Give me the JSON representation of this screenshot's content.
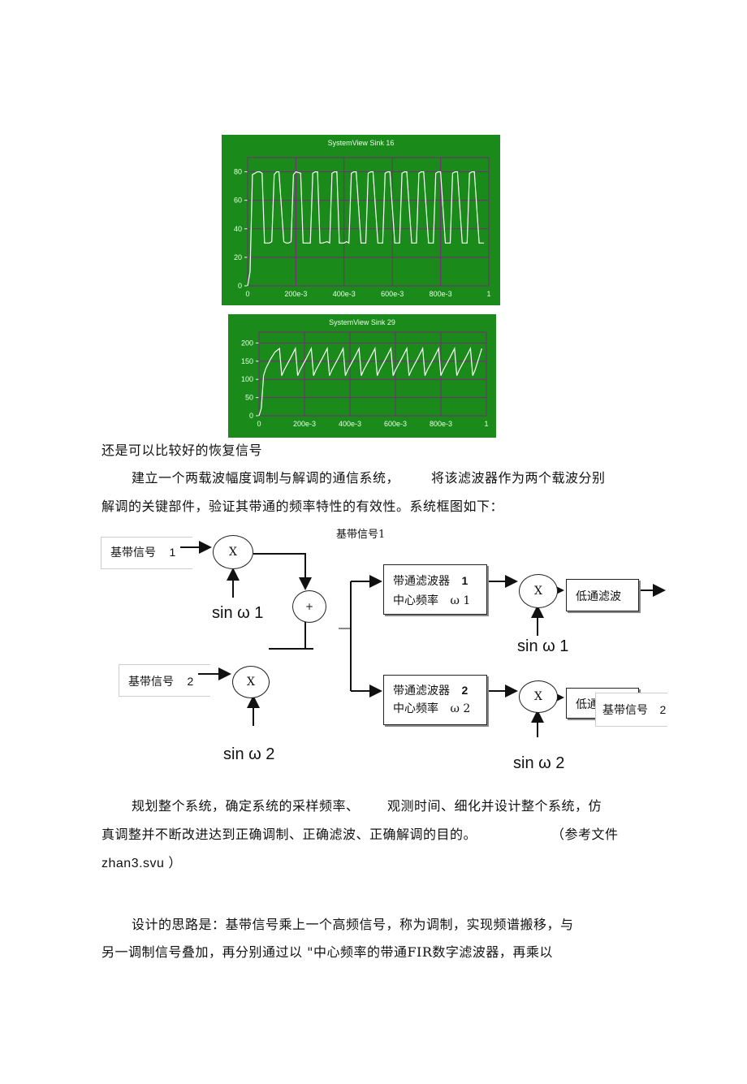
{
  "charts": [
    {
      "title": "SystemView Sink 16",
      "y_ticks": [
        "80",
        "60",
        "40",
        "20",
        "0"
      ],
      "x_ticks": [
        "0",
        "200e-3",
        "400e-3",
        "600e-3",
        "800e-3",
        "1"
      ]
    },
    {
      "title": "SystemView Sink 29",
      "y_ticks": [
        "200",
        "150",
        "100",
        "50",
        "0"
      ],
      "x_ticks": [
        "0",
        "200e-3",
        "400e-3",
        "600e-3",
        "800e-3",
        "1"
      ]
    }
  ],
  "chart_data": [
    {
      "type": "line",
      "title": "SystemView Sink 16",
      "xlim": [
        0,
        1
      ],
      "ylim": [
        0,
        90
      ],
      "x_ticks": [
        0,
        0.2,
        0.4,
        0.6,
        0.8,
        1
      ],
      "y_ticks": [
        0,
        20,
        40,
        60,
        80
      ],
      "grid": true,
      "background": "#1a8a1a",
      "series": [
        {
          "x": [
            0,
            0.01,
            0.02,
            0.04,
            0.05,
            0.06,
            0.07,
            0.08,
            0.09,
            0.1,
            0.11,
            0.12,
            0.13,
            0.15,
            0.16,
            0.17,
            0.18,
            0.19,
            0.2,
            0.22,
            0.23,
            0.25,
            0.26,
            0.27,
            0.28,
            0.29,
            0.3,
            0.31,
            0.33,
            0.34,
            0.35,
            0.36,
            0.37,
            0.38,
            0.4,
            0.41,
            0.42,
            0.43,
            0.44,
            0.45,
            0.47,
            0.48,
            0.49,
            0.5,
            0.51,
            0.52,
            0.54,
            0.55,
            0.56,
            0.57,
            0.58,
            0.59,
            0.61,
            0.62,
            0.63,
            0.64,
            0.65,
            0.66,
            0.68,
            0.69,
            0.7,
            0.71,
            0.72,
            0.73,
            0.75,
            0.76,
            0.77,
            0.78,
            0.79,
            0.8,
            0.82,
            0.83,
            0.84,
            0.85,
            0.86,
            0.87,
            0.89,
            0.9,
            0.91,
            0.92,
            0.93,
            0.94,
            0.96,
            0.97,
            0.98
          ],
          "y": [
            0,
            10,
            78,
            80,
            80,
            79,
            30,
            30,
            30,
            31,
            78,
            80,
            80,
            31,
            30,
            30,
            31,
            78,
            80,
            79,
            30,
            30,
            30,
            79,
            80,
            80,
            30,
            30,
            31,
            30,
            79,
            80,
            80,
            30,
            30,
            31,
            30,
            79,
            80,
            80,
            30,
            30,
            30,
            79,
            80,
            80,
            30,
            30,
            30,
            79,
            80,
            80,
            30,
            30,
            30,
            79,
            80,
            80,
            30,
            30,
            30,
            79,
            80,
            80,
            30,
            30,
            30,
            79,
            80,
            80,
            30,
            30,
            30,
            79,
            80,
            80,
            30,
            30,
            30,
            79,
            80,
            80,
            30,
            30,
            30
          ]
        }
      ]
    },
    {
      "type": "line",
      "title": "SystemView Sink 29",
      "xlim": [
        0,
        1
      ],
      "ylim": [
        0,
        230
      ],
      "x_ticks": [
        0,
        0.2,
        0.4,
        0.6,
        0.8,
        1
      ],
      "y_ticks": [
        0,
        50,
        100,
        150,
        200
      ],
      "grid": true,
      "background": "#1a8a1a",
      "series": [
        {
          "x": [
            0,
            0.01,
            0.02,
            0.03,
            0.05,
            0.07,
            0.09,
            0.1,
            0.11,
            0.14,
            0.16,
            0.17,
            0.18,
            0.21,
            0.23,
            0.24,
            0.25,
            0.28,
            0.3,
            0.31,
            0.32,
            0.35,
            0.37,
            0.38,
            0.39,
            0.42,
            0.44,
            0.45,
            0.46,
            0.49,
            0.51,
            0.52,
            0.53,
            0.56,
            0.58,
            0.59,
            0.6,
            0.63,
            0.65,
            0.66,
            0.67,
            0.7,
            0.72,
            0.73,
            0.74,
            0.77,
            0.79,
            0.8,
            0.81,
            0.84,
            0.86,
            0.87,
            0.88,
            0.91,
            0.93,
            0.94,
            0.95,
            0.98
          ],
          "y": [
            0,
            20,
            110,
            130,
            155,
            175,
            185,
            110,
            125,
            160,
            185,
            110,
            125,
            160,
            185,
            110,
            125,
            160,
            185,
            110,
            125,
            160,
            185,
            110,
            125,
            160,
            185,
            110,
            125,
            160,
            185,
            110,
            125,
            160,
            185,
            110,
            125,
            160,
            185,
            110,
            125,
            160,
            185,
            110,
            125,
            160,
            185,
            110,
            125,
            160,
            185,
            110,
            125,
            160,
            185,
            110,
            125,
            185
          ]
        }
      ]
    }
  ],
  "paragraphs": {
    "p1": "还是可以比较好的恢复信号",
    "p2a": "建立一个两载波幅度调制与解调的通信系统，",
    "p2b": "将该滤波器作为两个载波分别",
    "p2c": "解调的关键部件，验证其带通的频率特性的有效性。系统框图如下：",
    "p3a": "规划整个系统，确定系统的采样频率、",
    "p3b": "观测时间、细化并设计整个系统，仿",
    "p3c": "真调整并不断改进达到正确调制、正确滤波、正确解调的目的。",
    "p3d": "（参考文件",
    "p3e": "zhan3.svu ）",
    "p4a": "设计的思路是：基带信号乘上一个高频信号，称为调制，实现频谱搬移，与",
    "p4b": "另一调制信号叠加，再分别通过以 \"中心频率的带通FIR数字滤波器，再乘以"
  },
  "diagram": {
    "top_label": "基带信号1",
    "input1": {
      "name": "基带信号",
      "num": "1"
    },
    "input2": {
      "name": "基带信号",
      "num": "2"
    },
    "mult": "X",
    "adder": "+",
    "sin1": "sin ω 1",
    "sin2": "sin ω 2",
    "bpf1": {
      "title": "带通滤波器",
      "num": "1",
      "sub": "中心频率",
      "freq": "ω 1"
    },
    "bpf2": {
      "title": "带通滤波器",
      "num": "2",
      "sub": "中心频率",
      "freq": "ω 2"
    },
    "lpf1": "低通滤波",
    "lpf2": "低通滤波",
    "out2": {
      "name": "基带信号",
      "num": "2"
    }
  }
}
